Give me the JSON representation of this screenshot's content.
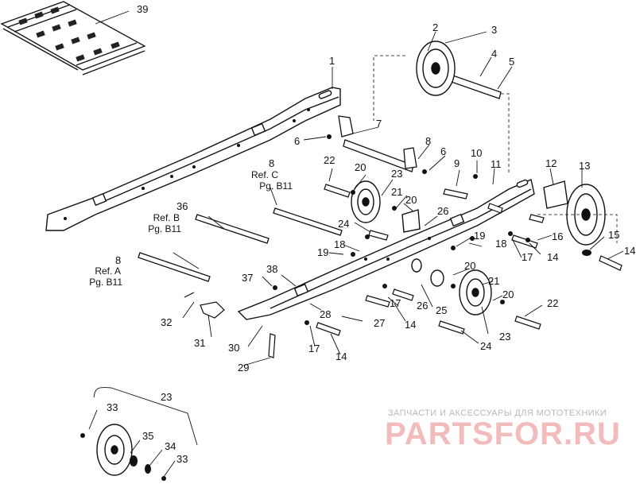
{
  "labels": {
    "p1": "1",
    "p2": "2",
    "p3": "3",
    "p4": "4",
    "p5": "5",
    "p6a": "6",
    "p6b": "6",
    "p7": "7",
    "p8a": "8",
    "p8b": "8",
    "p8c": "8",
    "p9": "9",
    "p10": "10",
    "p11": "11",
    "p12": "12",
    "p13": "13",
    "p14a": "14",
    "p14b": "14",
    "p14c": "14",
    "p14d": "14",
    "p15": "15",
    "p16": "16",
    "p17a": "17",
    "p17b": "17",
    "p17c": "17",
    "p18a": "18",
    "p18b": "18",
    "p19a": "19",
    "p19b": "19",
    "p20a": "20",
    "p20b": "20",
    "p20c": "20",
    "p20d": "20",
    "p21a": "21",
    "p21b": "21",
    "p22a": "22",
    "p22b": "22",
    "p23a": "23",
    "p23b": "23",
    "p23c": "23",
    "p24a": "24",
    "p24b": "24",
    "p25": "25",
    "p26a": "26",
    "p26b": "26",
    "p27": "27",
    "p28": "28",
    "p29": "29",
    "p30": "30",
    "p31": "31",
    "p32": "32",
    "p33a": "33",
    "p33b": "33",
    "p34": "34",
    "p35": "35",
    "p36": "36",
    "p37": "37",
    "p38": "38",
    "p39": "39"
  },
  "refs": {
    "ref_c_a": "Ref. C",
    "ref_c_b": "Pg. B11",
    "ref_b_a": "Ref. B",
    "ref_b_b": "Pg. B11",
    "ref_a_a": "Ref. A",
    "ref_a_b": "Pg. B11"
  },
  "watermark": {
    "caption": "ЗАПЧАСТИ И АКСЕССУАРЫ ДЛЯ МОТОТЕХНИКИ",
    "brand": "PARTSFOR.RU",
    "color": "#f2bcbc"
  }
}
